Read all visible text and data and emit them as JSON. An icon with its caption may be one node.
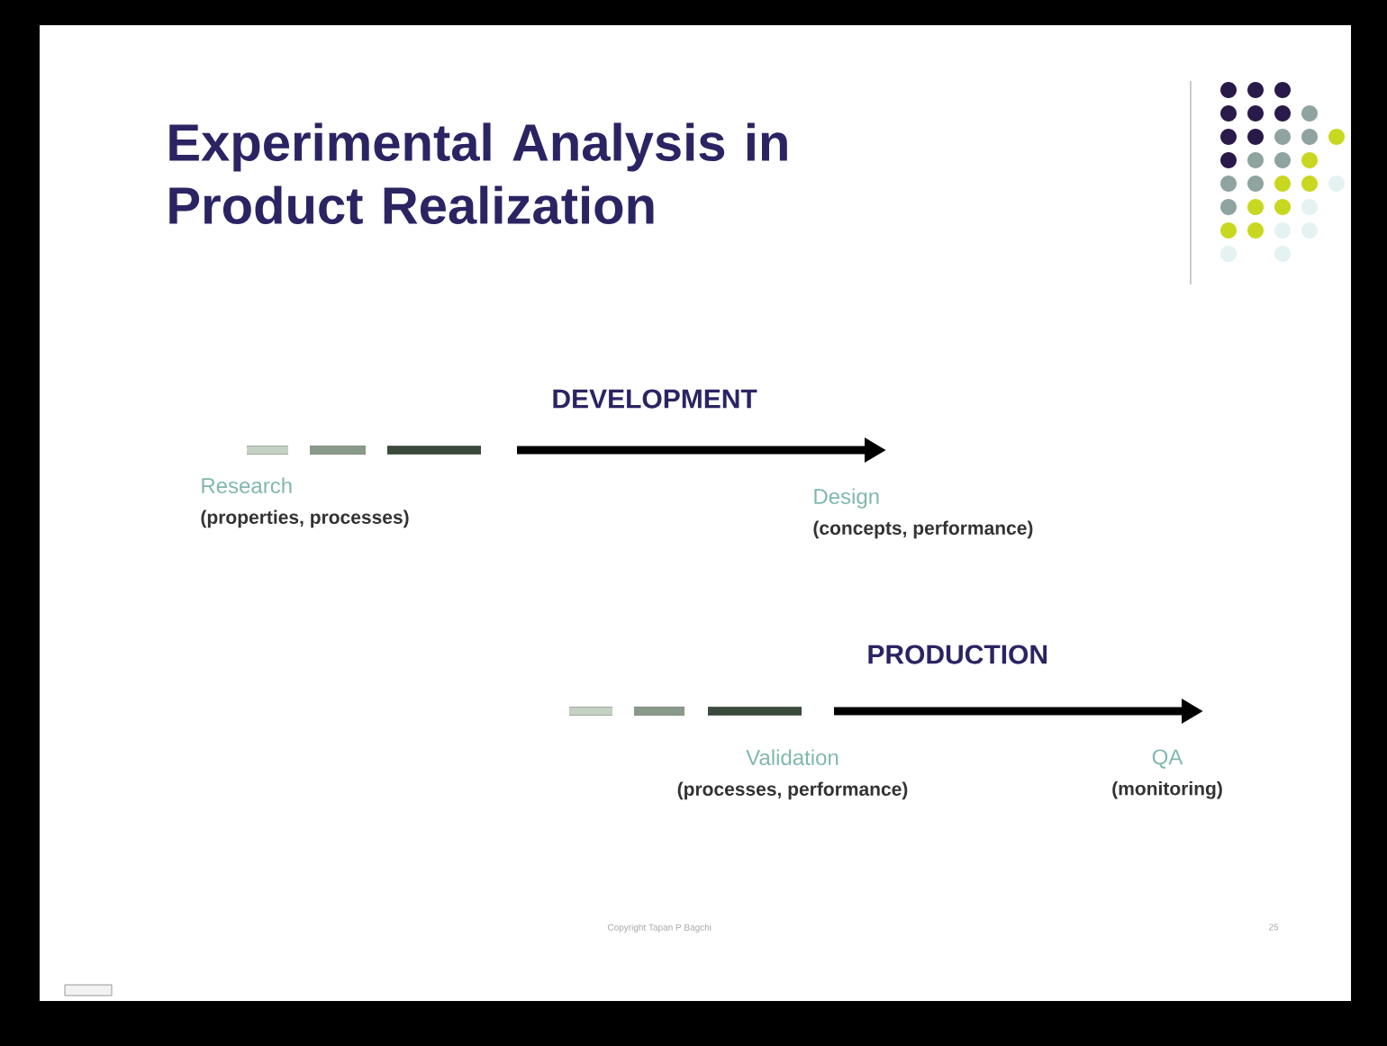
{
  "diagram": {
    "title": "Experimental Analysis in Product Realization",
    "nodes": [
      {
        "text": [
          "Research",
          "(properties, processes)"
        ]
      },
      {
        "text": [
          "Design",
          "(concepts, performance)"
        ]
      },
      {
        "text": [
          "Validation",
          "(processes, performance)"
        ]
      },
      {
        "text": [
          "QA",
          "(monitoring)"
        ]
      }
    ],
    "edges": [
      {
        "from": 0,
        "to": 1,
        "arrow": "to",
        "label": "DEVELOPMENT"
      },
      {
        "from": 2,
        "to": 3,
        "arrow": "to",
        "label": "PRODUCTION"
      }
    ],
    "labels": [
      "Copyright Tapan P Bagchi",
      "25"
    ]
  }
}
